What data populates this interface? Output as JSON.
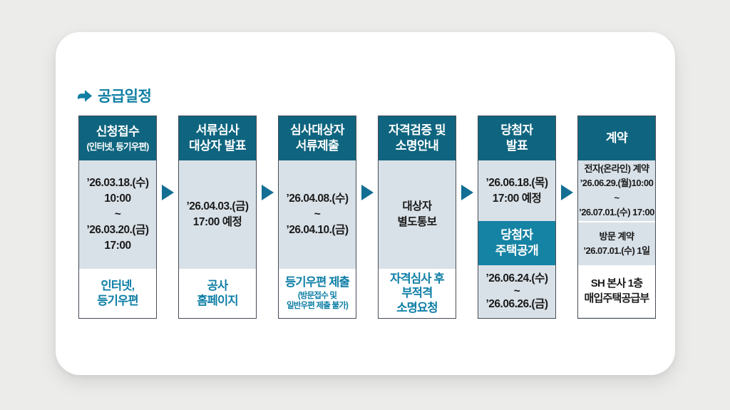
{
  "page": {
    "title": "공급일정"
  },
  "colors": {
    "header_teal": "#0f657f",
    "header_teal_light": "#1583a3",
    "body_bg": "#d9e1e8",
    "footer_teal_text": "#0e7ea6",
    "flow_arrow": "#136e93",
    "title_teal": "#0f7fa3",
    "column_border": "#474d56",
    "dark_text": "#1a1a1a",
    "page_bg": "#ececea",
    "card_bg": "#ffffff"
  },
  "columns": [
    {
      "name": "application",
      "header_main": "신청접수",
      "header_sub": "(인터넷, 등기우편)",
      "body": "’26.03.18.(수)\n10:00\n~\n’26.03.20.(금)\n17:00",
      "footer": "인터넷,\n등기우편"
    },
    {
      "name": "document-screening-announcement",
      "header_main": "서류심사\n대상자 발표",
      "body": "’26.04.03.(금)\n17:00 예정",
      "footer": "공사\n홈페이지"
    },
    {
      "name": "document-submission",
      "header_main": "심사대상자\n서류제출",
      "body": "’26.04.08.(수)\n~\n’26.04.10.(금)",
      "footer_main": "등기우편 제출",
      "footer_sub": "(방문접수 및\n일반우편 제출 불가)"
    },
    {
      "name": "qualification-verification",
      "header_main": "자격검증 및\n소명안내",
      "body": "대상자\n별도통보",
      "footer": "자격심사 후\n부적격\n소명요청"
    },
    {
      "name": "winner-announcement",
      "header_main": "당첨자\n발표",
      "body": "’26.06.18.(목)\n17:00 예정",
      "header2": "당첨자\n주택공개",
      "body2": "’26.06.24.(수)\n~\n’26.06.26.(금)"
    },
    {
      "name": "contract",
      "header_main": "계약",
      "body": "전자(온라인) 계약\n’26.06.29.(월)10:00 ~\n’26.07.01.(수) 17:00",
      "body2": "방문 계약\n’26.07.01.(수) 1일",
      "footer": "SH 본사 1층\n매입주택공급부"
    }
  ]
}
